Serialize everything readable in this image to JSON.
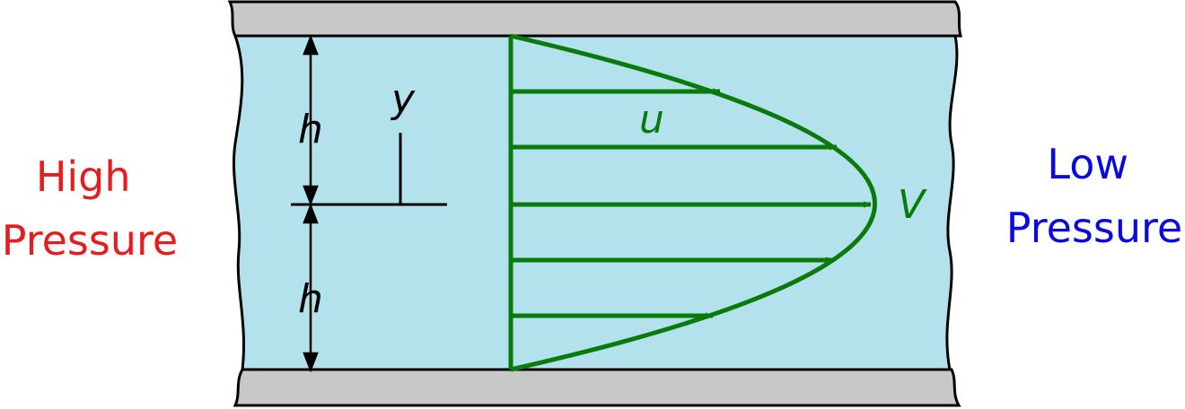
{
  "labels": {
    "high_line1": "High",
    "high_line2": "Pressure",
    "low_line1": "Low",
    "low_line2": "Pressure",
    "h_top": "h",
    "h_bottom": "h",
    "y": "y",
    "u": "u",
    "V": "V"
  },
  "colors": {
    "fluid": "#b3e2ed",
    "wall": "#c8c8c8",
    "profile": "#0a7a0a",
    "high_pressure": "#e41e1e",
    "low_pressure": "#0a0ae0",
    "ink": "#000000"
  },
  "icons": {
    "velocity_arrows": "arrow-right-icon",
    "dimension_arrows": "double-headed-arrow-icon"
  }
}
